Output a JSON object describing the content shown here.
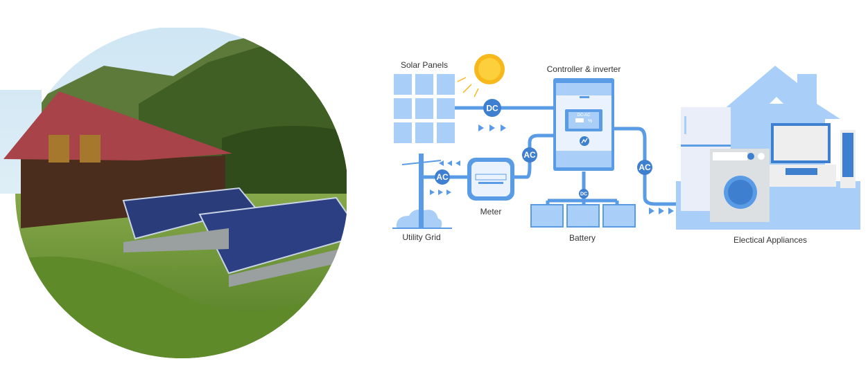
{
  "labels": {
    "solar_panels": "Solar Panels",
    "controller": "Controller & inverter",
    "utility_grid": "Utility Grid",
    "meter": "Meter",
    "battery": "Battery",
    "appliances": "Electical Appliances"
  },
  "badges": {
    "dc": "DC",
    "ac": "AC",
    "dc_small": "DC"
  },
  "screen": {
    "mode": "DC-AC",
    "unit": "%"
  },
  "colors": {
    "line": "#5a9be6",
    "light": "#a9cff8",
    "dark": "#3f7fcf",
    "sun": "#f7b81b"
  }
}
